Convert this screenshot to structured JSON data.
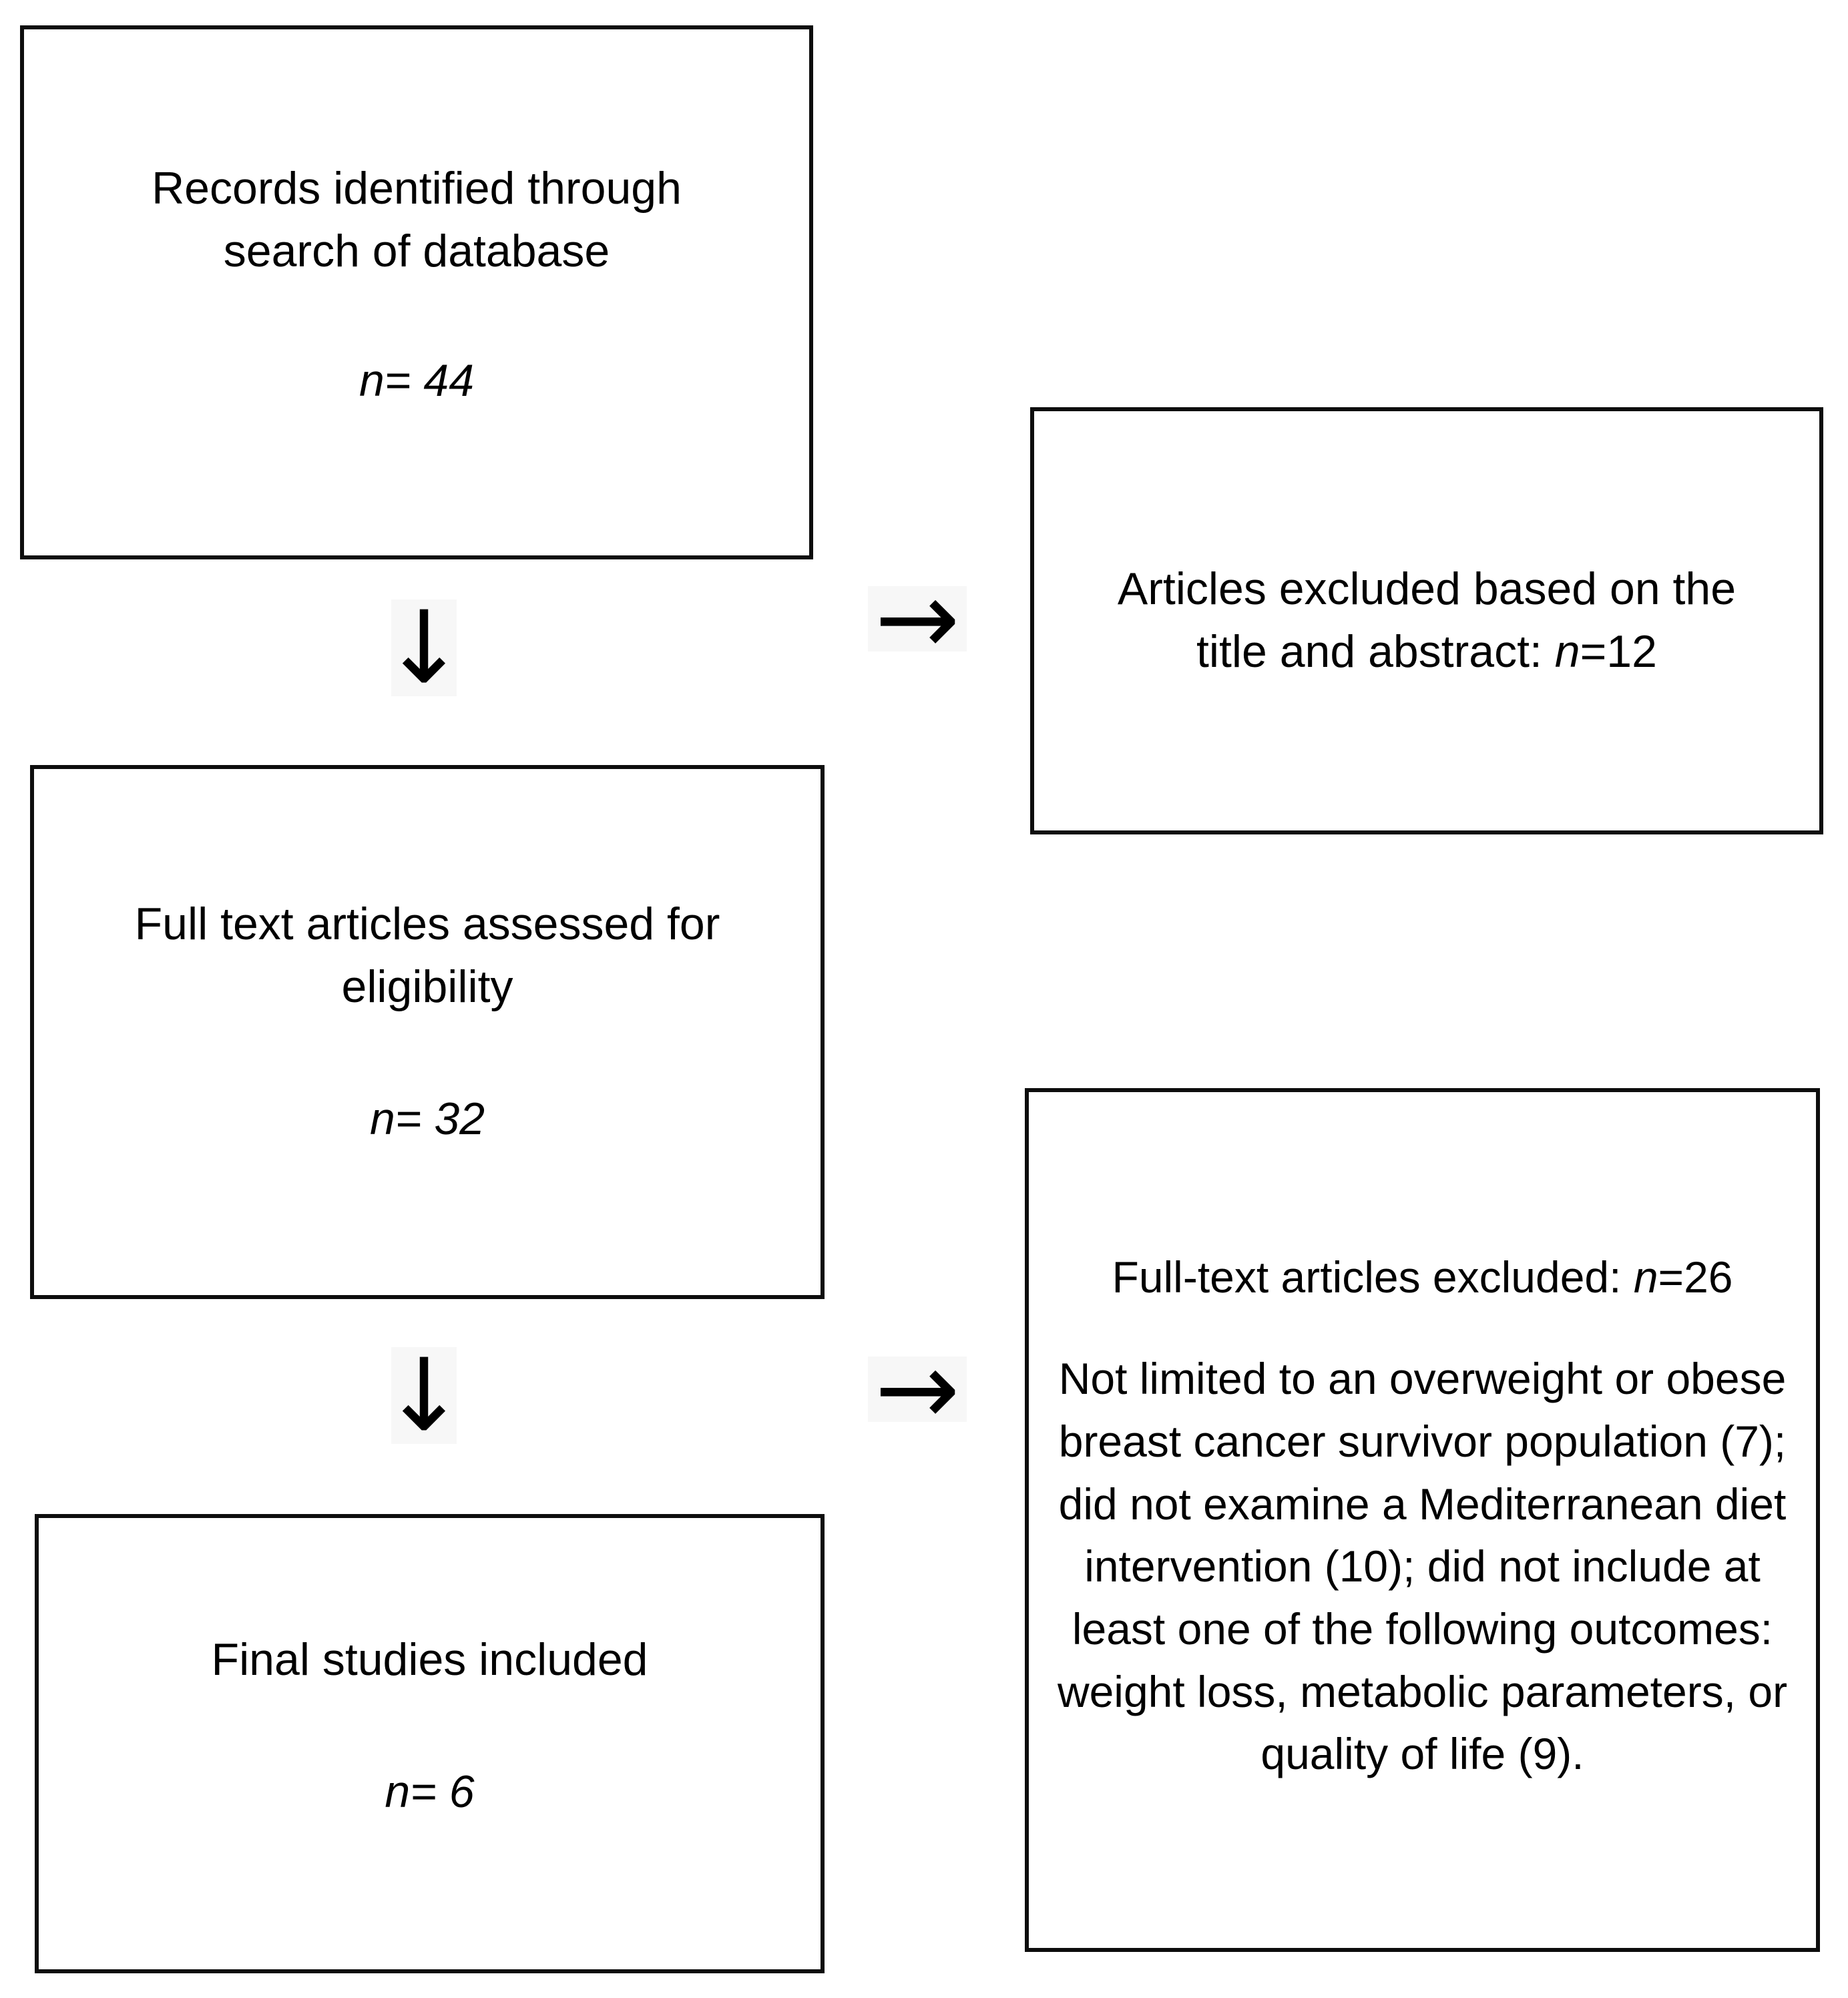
{
  "diagram": {
    "type": "prisma-flow-diagram",
    "boxes": [
      {
        "id": "records-identified",
        "title": "Records identified through\nsearch of database",
        "count_label": "n= 44",
        "n_symbol": "n",
        "n_value": "= 44"
      },
      {
        "id": "excluded-title-abstract",
        "title": "Articles excluded based on the\ntitle and abstract: ",
        "title_plain": "Articles excluded based on the title and abstract: n=12",
        "n_symbol": "n",
        "n_value": "=12"
      },
      {
        "id": "fulltext-assessed",
        "title": "Full text articles assessed for\neligibility",
        "count_label": "n= 32",
        "n_symbol": "n",
        "n_value": "= 32"
      },
      {
        "id": "excluded-fulltext",
        "headline_prefix": "Full-text articles excluded: ",
        "headline_n_symbol": "n",
        "headline_n_value": "=26",
        "headline_plain": "Full-text articles excluded: n=26",
        "reasons": "Not limited to an overweight or obese breast cancer survivor population (7); did not examine a Mediterranean diet intervention (10); did not include at least one of the following outcomes: weight loss, metabolic parameters, or quality of life (9)."
      },
      {
        "id": "final-studies",
        "title": "Final studies included",
        "count_label": "n= 6",
        "n_symbol": "n",
        "n_value": "= 6"
      }
    ],
    "arrows": [
      {
        "id": "arrow-down-1",
        "glyph": "↓",
        "name": "down-arrow-icon"
      },
      {
        "id": "arrow-right-1",
        "glyph": "→",
        "name": "right-arrow-icon"
      },
      {
        "id": "arrow-down-2",
        "glyph": "↓",
        "name": "down-arrow-icon"
      },
      {
        "id": "arrow-right-2",
        "glyph": "→",
        "name": "right-arrow-icon"
      }
    ],
    "colors": {
      "border": "#0d0d0d",
      "text": "#000000",
      "background": "#ffffff",
      "arrow_background": "#f7f7f7"
    }
  }
}
